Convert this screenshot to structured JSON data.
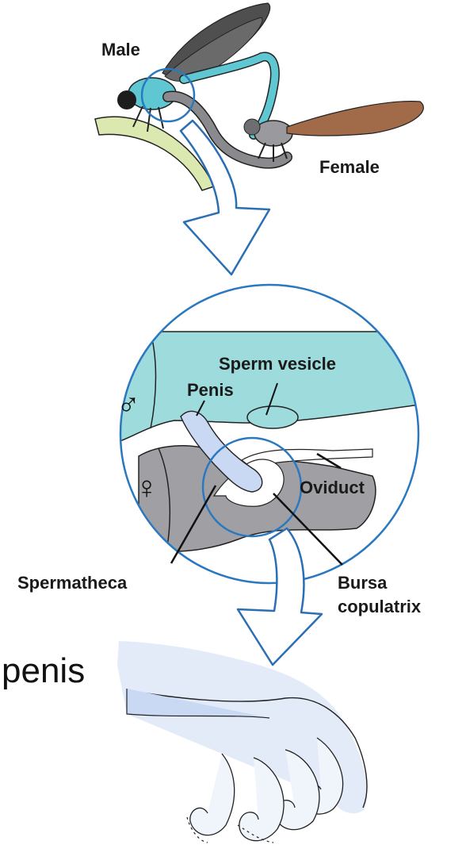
{
  "labels": {
    "male": "Male",
    "female": "Female",
    "sperm_vesicle": "Sperm vesicle",
    "penis_inner": "Penis",
    "male_symbol": "♂",
    "female_symbol": "♀",
    "oviduct": "Oviduct",
    "spermatheca": "Spermatheca",
    "bursa_line1": "Bursa",
    "bursa_line2": "copulatrix",
    "penis_outer": "penis"
  },
  "colors": {
    "male_body": "#5ec7d2",
    "male_tissue": "#9edbdc",
    "female_tissue": "#a0a0a4",
    "penis_fill": "#c9d8f3",
    "penis_tip": "#e9eff9",
    "arrow_stroke": "#2a6fb5",
    "circle_stroke": "#2a78bf",
    "leaf": "#dbe9b0",
    "female_wing": "#a16a48",
    "male_wing": "#4f4f4f"
  }
}
